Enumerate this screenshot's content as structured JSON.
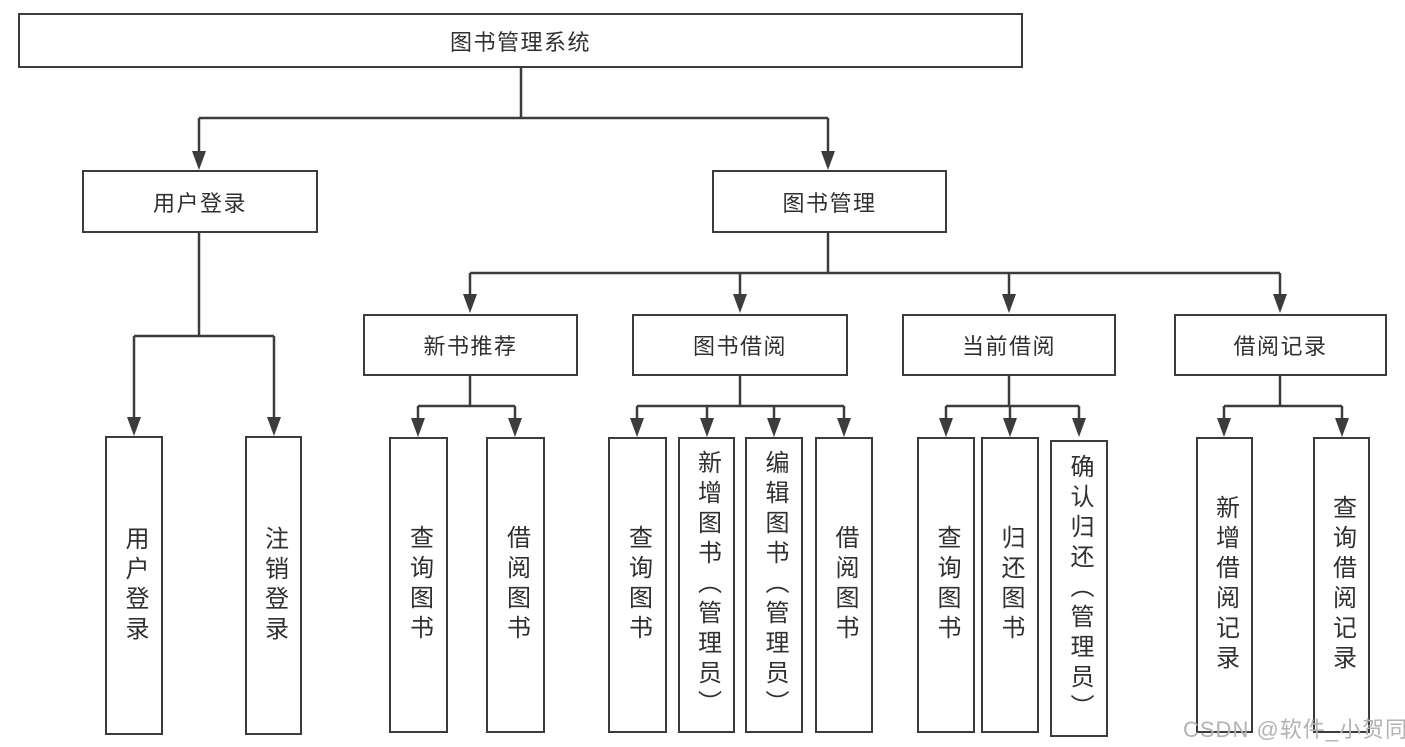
{
  "nodes": {
    "root": {
      "label": "图书管理系统"
    },
    "user_login": {
      "label": "用户登录"
    },
    "book_mgmt": {
      "label": "图书管理"
    },
    "user_login_leaf": {
      "label": "用户登录"
    },
    "logout_leaf": {
      "label": "注销登录"
    },
    "new_book_rec": {
      "label": "新书推荐"
    },
    "book_borrow": {
      "label": "图书借阅"
    },
    "current_borrow": {
      "label": "当前借阅"
    },
    "borrow_records": {
      "label": "借阅记录"
    },
    "nbr_query": {
      "label": "查询图书"
    },
    "nbr_borrow": {
      "label": "借阅图书"
    },
    "bb_query": {
      "label": "查询图书"
    },
    "bb_add": {
      "label": "新增图书（管理员）"
    },
    "bb_edit": {
      "label": "编辑图书（管理员）"
    },
    "bb_borrow": {
      "label": "借阅图书"
    },
    "cb_query": {
      "label": "查询图书"
    },
    "cb_return": {
      "label": "归还图书"
    },
    "cb_confirm": {
      "label": "确认归还（管理员）"
    },
    "br_add": {
      "label": "新增借阅记录"
    },
    "br_query": {
      "label": "查询借阅记录"
    }
  },
  "edges": [
    [
      "root",
      "user_login"
    ],
    [
      "root",
      "book_mgmt"
    ],
    [
      "user_login",
      "user_login_leaf"
    ],
    [
      "user_login",
      "logout_leaf"
    ],
    [
      "book_mgmt",
      "new_book_rec"
    ],
    [
      "book_mgmt",
      "book_borrow"
    ],
    [
      "book_mgmt",
      "current_borrow"
    ],
    [
      "book_mgmt",
      "borrow_records"
    ],
    [
      "new_book_rec",
      "nbr_query"
    ],
    [
      "new_book_rec",
      "nbr_borrow"
    ],
    [
      "book_borrow",
      "bb_query"
    ],
    [
      "book_borrow",
      "bb_add"
    ],
    [
      "book_borrow",
      "bb_edit"
    ],
    [
      "book_borrow",
      "bb_borrow"
    ],
    [
      "current_borrow",
      "cb_query"
    ],
    [
      "current_borrow",
      "cb_return"
    ],
    [
      "current_borrow",
      "cb_confirm"
    ],
    [
      "borrow_records",
      "br_add"
    ],
    [
      "borrow_records",
      "br_query"
    ]
  ],
  "watermark": {
    "text": "CSDN @软件_小贺同学"
  },
  "colors": {
    "line": "#3c3c3c",
    "text": "#303030",
    "watermark": "#b3b3b3",
    "background": "#ffffff"
  }
}
